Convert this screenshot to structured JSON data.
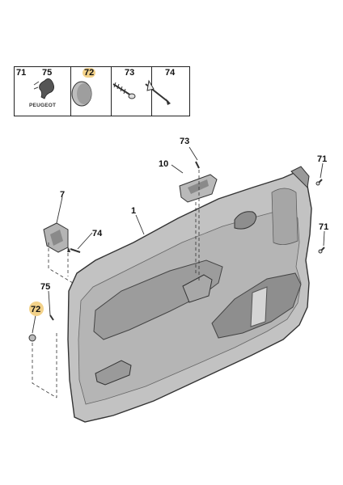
{
  "header": {
    "cells": [
      {
        "label": "71"
      },
      {
        "label": "75"
      },
      {
        "label": "72",
        "highlighted": true
      },
      {
        "label": "73"
      },
      {
        "label": "74"
      }
    ],
    "logo_text": "PEUGEOT"
  },
  "callouts": {
    "c73": "73",
    "c10": "10",
    "c71a": "71",
    "c71b": "71",
    "c7": "7",
    "c1": "1",
    "c74": "74",
    "c75": "75",
    "c72": "72"
  },
  "colors": {
    "highlight": "#f3d28a",
    "panel_fill": "#bdbdbd",
    "panel_dark": "#8e8e8e",
    "outline": "#333333"
  }
}
